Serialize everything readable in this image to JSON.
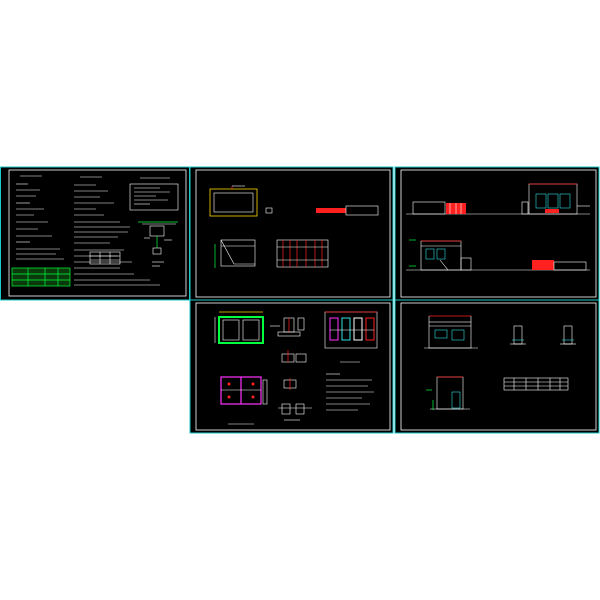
{
  "drawing_set": {
    "sheets": [
      {
        "id": "sheet-1",
        "content": "general-notes"
      },
      {
        "id": "sheet-2",
        "content": "plans"
      },
      {
        "id": "sheet-3",
        "content": "elevations"
      },
      {
        "id": "sheet-4",
        "content": "foundation-details"
      },
      {
        "id": "sheet-5",
        "content": "sections"
      }
    ]
  },
  "colors": {
    "frame": "#1ec8c8",
    "paper": "#000000",
    "line": "#ffffff",
    "yellow": "#ffd800",
    "red": "#ff2020",
    "green": "#00ff40",
    "magenta": "#ff30ff",
    "cyan": "#30e0e0"
  }
}
